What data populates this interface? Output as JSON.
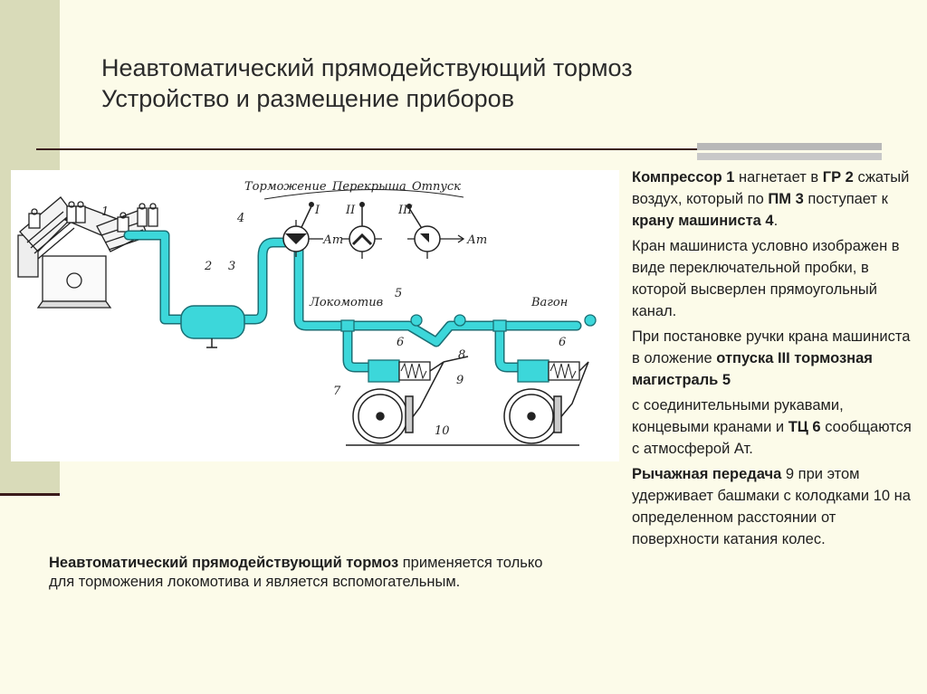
{
  "title": {
    "line1": "Неавтоматический прямодействующий тормоз",
    "line2": "Устройство и размещение приборов"
  },
  "diagram": {
    "label_braking": "Торможение",
    "label_lap": "Перекрыша",
    "label_release": "Отпуск",
    "label_locomotive": "Локомотив",
    "label_wagon": "Вагон",
    "pos_1": "I",
    "pos_2": "II",
    "pos_3": "III",
    "atm": "Ат",
    "n1": "1",
    "n2": "2",
    "n3": "3",
    "n4": "4",
    "n5": "5",
    "n6": "6",
    "n6b": "6",
    "n7": "7",
    "n8": "8",
    "n9": "9",
    "n10": "10",
    "colors": {
      "pipe": "#3cd7da",
      "pipe_stroke": "#1a6f74",
      "line": "#222222"
    }
  },
  "right_text": {
    "p1_b1": "Компрессор 1",
    "p1_t1": " нагнетает в ",
    "p1_b2": "ГР 2",
    "p1_t2": " сжатый воздух, который по ",
    "p1_b3": "ПМ 3",
    "p1_t3": " поступает к ",
    "p1_b4": "крану машиниста 4",
    "p1_t4": ".",
    "p2": "Кран машиниста условно изображен в виде переключательной пробки, в которой высверлен прямоугольный канал.",
    "p3_t1": "При постановке ручки крана машиниста в оложение ",
    "p3_b1": "отпуска III тормозная магистраль 5",
    "p4_t1": "с соединительными рукавами, концевыми кранами и ",
    "p4_b1": "ТЦ 6",
    "p4_t2": " сообщаются с атмосферой Ат.",
    "p5_b1": "Рычажная передача",
    "p5_t1": " 9 при этом удерживает башмаки с колодками 10 на определенном расстоянии от поверхности катания колес."
  },
  "bottom_text": {
    "b1": "Неавтоматический прямодействующий тормоз",
    "t1": " применяется только для торможения локомотива и является вспомогательным."
  }
}
